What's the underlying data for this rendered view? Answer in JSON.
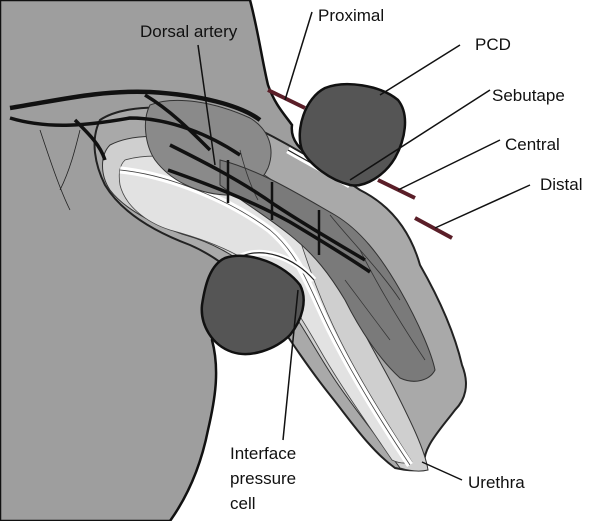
{
  "labels": {
    "proximal": "Proximal",
    "dorsal_artery": "Dorsal artery",
    "pcd": "PCD",
    "sebutape": "Sebutape",
    "central": "Central",
    "distal": "Distal",
    "interface_line1": "Interface",
    "interface_line2": "pressure",
    "interface_line3": "cell",
    "urethra": "Urethra"
  },
  "colors": {
    "body": "#9e9e9e",
    "outer_sheath": "#a9a9a9",
    "light_tissue": "#cfcfcf",
    "pale_tissue": "#e0e0e0",
    "corpus": "#8a8a8a",
    "corpus_dark": "#7a7a7a",
    "pads": "#555555",
    "marker": "#5a1e28",
    "artery": "#111111"
  }
}
